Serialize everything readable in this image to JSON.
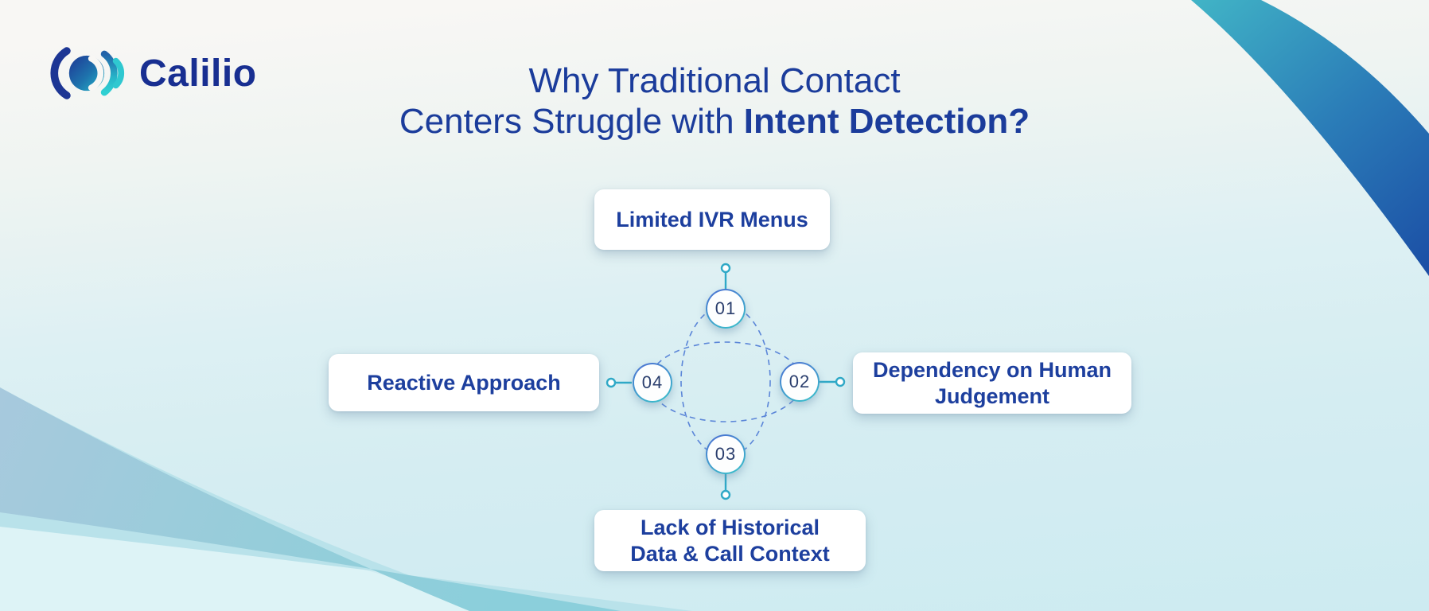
{
  "brand": {
    "name": "Calilio",
    "logo_icon": "calilio-soundwave-icon"
  },
  "title": {
    "line1": "Why Traditional Contact",
    "line2_regular": "Centers Struggle with",
    "line2_bold": "Intent Detection?"
  },
  "diagram": {
    "items": [
      {
        "number": "01",
        "position": "top",
        "lines": [
          "Limited IVR Menus"
        ]
      },
      {
        "number": "02",
        "position": "right",
        "lines": [
          "Dependency on Human",
          "Judgement"
        ]
      },
      {
        "number": "03",
        "position": "bottom",
        "lines": [
          "Lack of Historical",
          "Data & Call Context"
        ]
      },
      {
        "number": "04",
        "position": "left",
        "lines": [
          "Reactive Approach"
        ]
      }
    ]
  },
  "colors": {
    "title_blue": "#1b3c9b",
    "brand_navy": "#182f91",
    "label_blue": "#1d3f9e",
    "number_navy": "#2a3e6d",
    "connector_teal": "#2fa9c7",
    "dashed_blue": "#5b86d8",
    "circle_ring_blue": "#4a78d2",
    "circle_ring_teal": "#3bb9cb",
    "swoosh_teal": "#41b4c6",
    "swoosh_navy": "#1b4ea5",
    "band_blue_gray": "#a7c9dd",
    "band_teal": "#8bcfdb",
    "card_bg": "#ffffff",
    "bg_top": "#f8f7f4",
    "bg_bottom": "#cdebf1"
  }
}
